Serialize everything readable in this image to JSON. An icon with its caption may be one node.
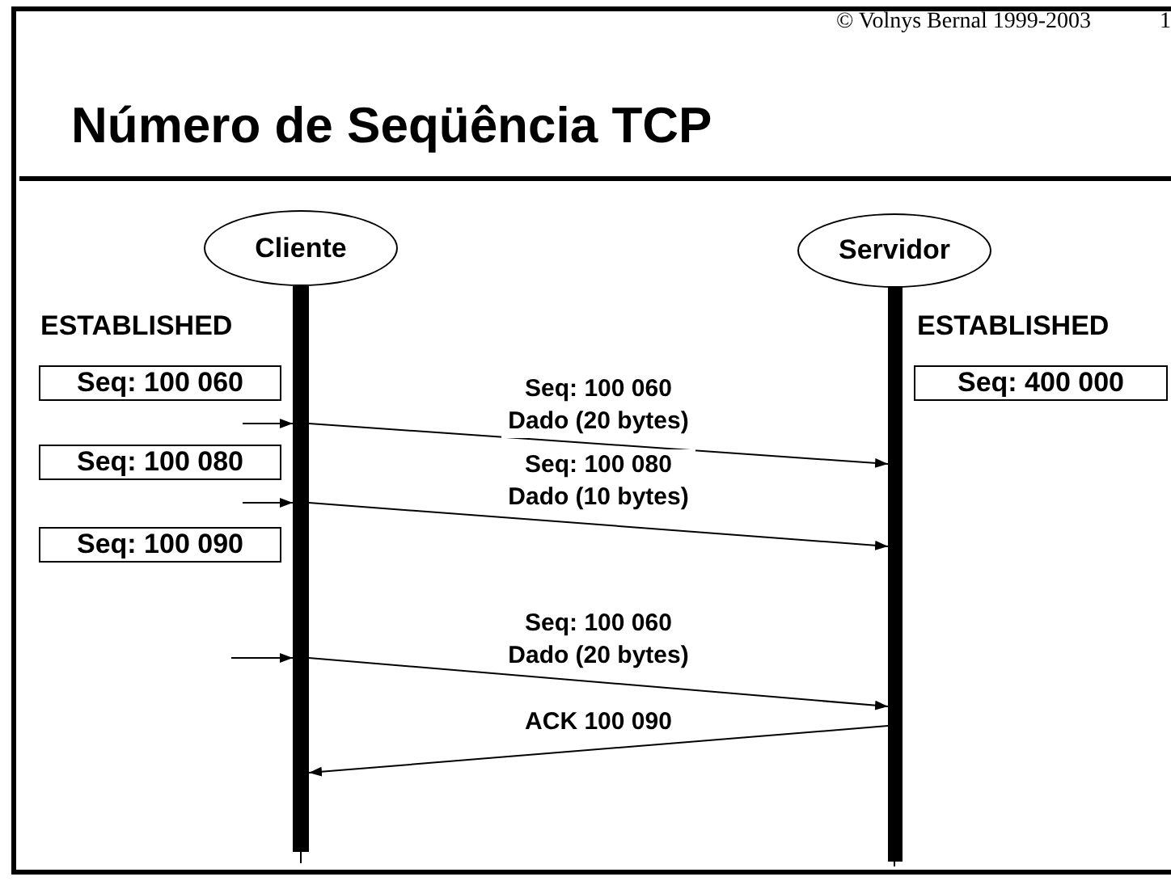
{
  "diagram": {
    "title": "Número de Seqüência TCP",
    "nodes": [
      {
        "text": [
          "Cliente"
        ]
      },
      {
        "text": [
          "Servidor"
        ]
      },
      {
        "text": [],
        "shape": "bar"
      },
      {
        "text": [],
        "shape": "bar"
      },
      {
        "text": [
          "Seq: 100 060"
        ]
      },
      {
        "text": [
          "Seq: 100 080"
        ]
      },
      {
        "text": [
          "Seq: 100 090"
        ]
      },
      {
        "text": [
          "Seq: 400 000"
        ]
      }
    ],
    "edges": [
      {
        "from": null,
        "to": 2,
        "arrow": "to"
      },
      {
        "from": 2,
        "to": 3,
        "label": "Seq: 100 060 Dado (20 bytes)",
        "arrow": "to"
      },
      {
        "from": null,
        "to": 2,
        "arrow": "to"
      },
      {
        "from": 2,
        "to": 3,
        "label": "Seq: 100 080 Dado (10 bytes)",
        "arrow": "to"
      },
      {
        "from": null,
        "to": 2,
        "arrow": "to"
      },
      {
        "from": 2,
        "to": 3,
        "label": "Seq: 100 060 Dado (20 bytes)",
        "arrow": "to"
      },
      {
        "from": 3,
        "to": 2,
        "label": "ACK 100 090",
        "arrow": "to"
      }
    ],
    "labels": [
      "© Volnys Bernal 1999-2003",
      "1",
      "ESTABLISHED",
      "ESTABLISHED"
    ]
  }
}
